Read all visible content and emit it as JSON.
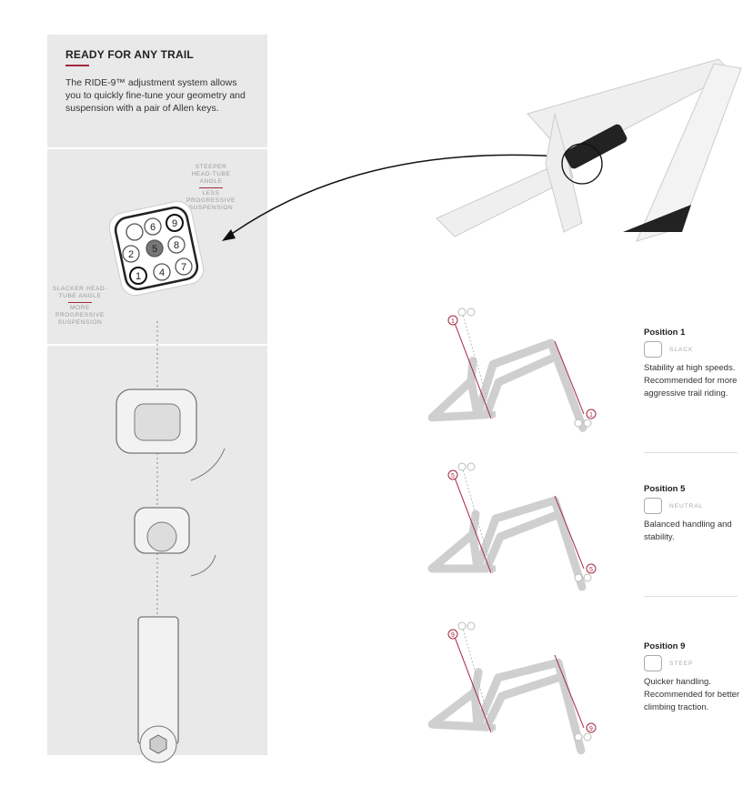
{
  "panel": {
    "title": "READY FOR ANY TRAIL",
    "intro": "The RIDE-9™ adjustment system allows you to quickly fine-tune your geometry and suspension with a pair of Allen keys.",
    "steeper_label": "STEEPER HEAD-TUBE ANGLE",
    "less_progressive_label": "LESS PROGRESSIVE SUSPENSION",
    "slacker_label": "SLACKER HEAD-TUBE ANGLE",
    "more_progressive_label": "MORE PROGRESSIVE SUSPENSION",
    "chip_numbers": [
      "6",
      "9",
      "2",
      "5",
      "8",
      "1",
      "4",
      "7"
    ]
  },
  "positions": [
    {
      "title": "Position 1",
      "mode": "SLACK",
      "description": "Stability at high speeds. Recommended for more aggressive trail riding.",
      "marker": "1"
    },
    {
      "title": "Position 5",
      "mode": "NEUTRAL",
      "description": "Balanced handling and stability.",
      "marker": "5"
    },
    {
      "title": "Position 9",
      "mode": "STEEP",
      "description": "Quicker handling. Recommended for better climbing traction.",
      "marker": "9"
    }
  ],
  "colors": {
    "accent": "#a3283e",
    "panel": "#e9e9e9"
  }
}
